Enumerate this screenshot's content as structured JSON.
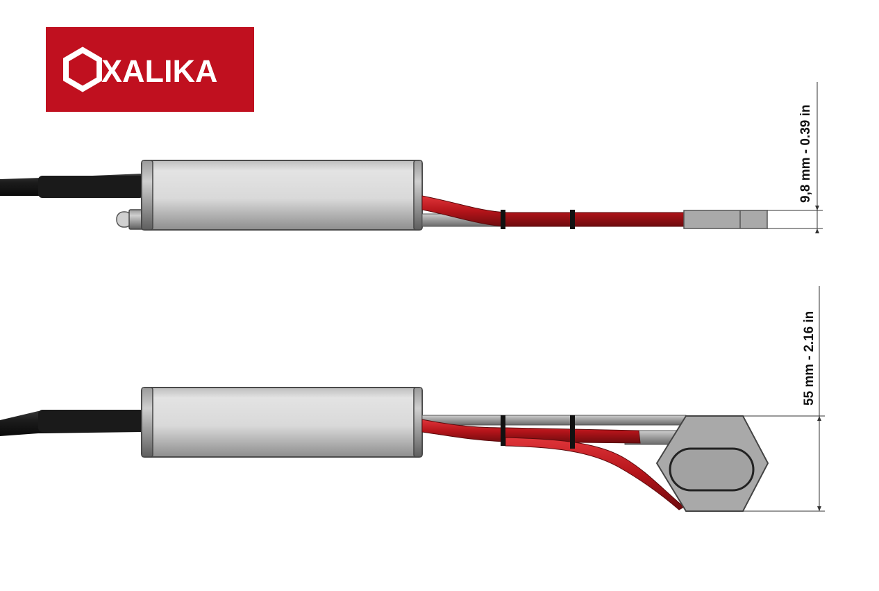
{
  "logo": {
    "text": "XALIKA",
    "background_color": "#c0101f",
    "hexagon_icon": "hexagon-outline-icon"
  },
  "dimensions": {
    "thickness_label": "9,8 mm - 0.39 in",
    "width_label": "55 mm - 2.16 in"
  },
  "colors": {
    "wire_red": "#b4141a",
    "body_gray": "#cfcfcf",
    "cable_black": "#1e1e1e"
  }
}
